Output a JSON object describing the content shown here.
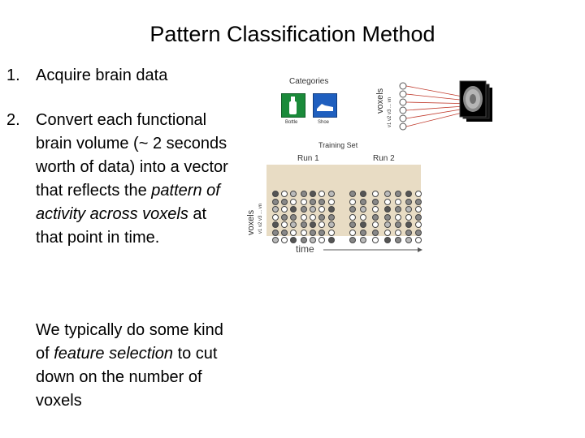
{
  "title": "Pattern Classification Method",
  "items": [
    {
      "number": "1.",
      "text": "Acquire brain data"
    },
    {
      "number": "2.",
      "segments": [
        {
          "text": "Convert each functional brain volume (~ 2 seconds worth of data) into a vector that reflects the ",
          "italic": false
        },
        {
          "text": "pattern of activity across voxels",
          "italic": true
        },
        {
          "text": " at that point in time.",
          "italic": false
        }
      ]
    },
    {
      "segments": [
        {
          "text": "We typically do some kind of ",
          "italic": false
        },
        {
          "text": "feature selection",
          "italic": true
        },
        {
          "text": " to cut down on the number of voxels",
          "italic": false
        }
      ]
    }
  ],
  "figure": {
    "categories_label": "Categories",
    "category_names": [
      "Bottle",
      "Shoe"
    ],
    "voxels_label": "voxels",
    "voxel_index_labels": [
      "v1",
      "v2",
      "v3",
      "...",
      "vn"
    ],
    "training_set_label": "Training Set",
    "run_labels": [
      "Run 1",
      "Run 2"
    ],
    "time_label": "time",
    "colors": {
      "green_category": "#1a8a3a",
      "blue_category": "#1f5fbf",
      "training_background": "#e8dcc4",
      "projection_lines": "#c0392b"
    }
  }
}
